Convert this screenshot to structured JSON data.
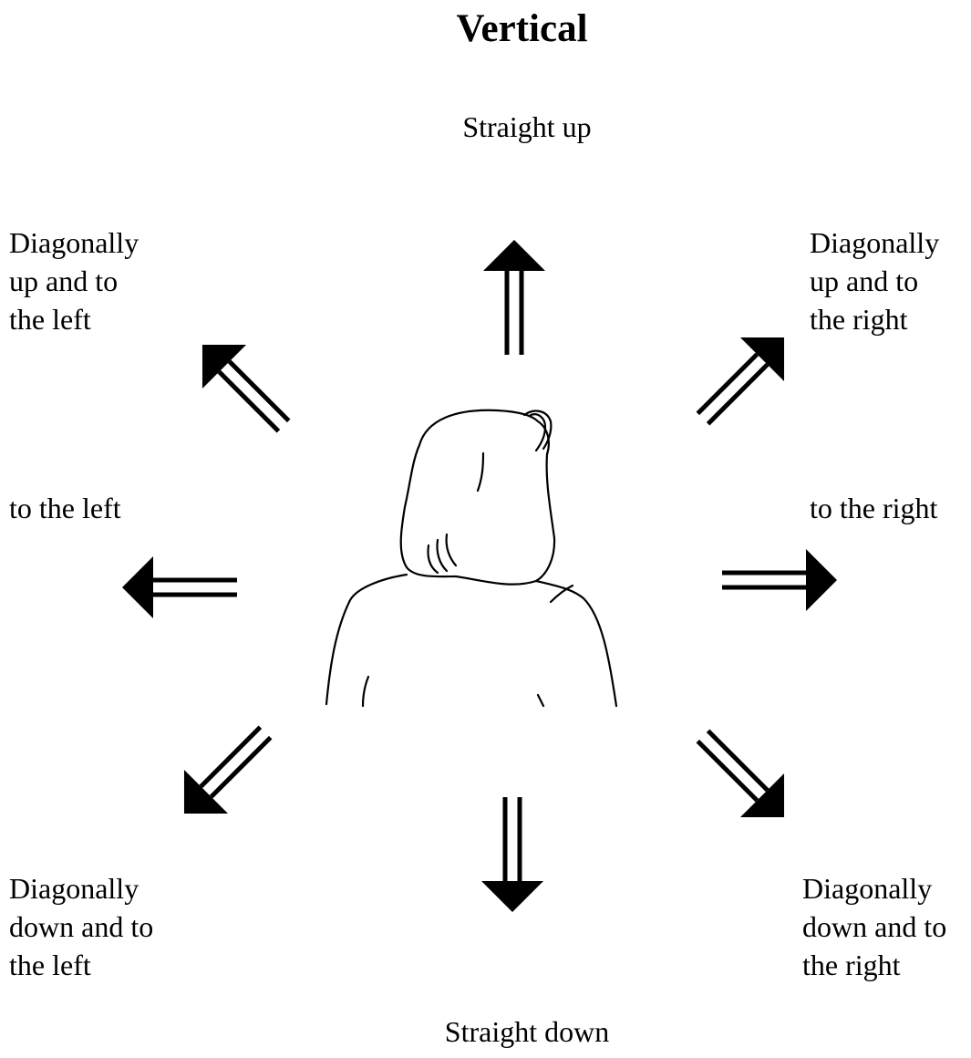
{
  "title": "Vertical",
  "labels": {
    "straight_up": "Straight up",
    "up_left": [
      "Diagonally",
      "up and to",
      "the left"
    ],
    "up_right": [
      "Diagonally",
      "up and to",
      "the right"
    ],
    "left": "to the left",
    "right": "to the right",
    "down_left": [
      "Diagonally",
      "down and to",
      "the left"
    ],
    "down_right": [
      "Diagonally",
      "down and to",
      "the right"
    ],
    "straight_down": "Straight down"
  },
  "figure": {
    "description_icon": "person-back-view-icon",
    "line_color": "#000000",
    "arrow_color": "#000000"
  }
}
